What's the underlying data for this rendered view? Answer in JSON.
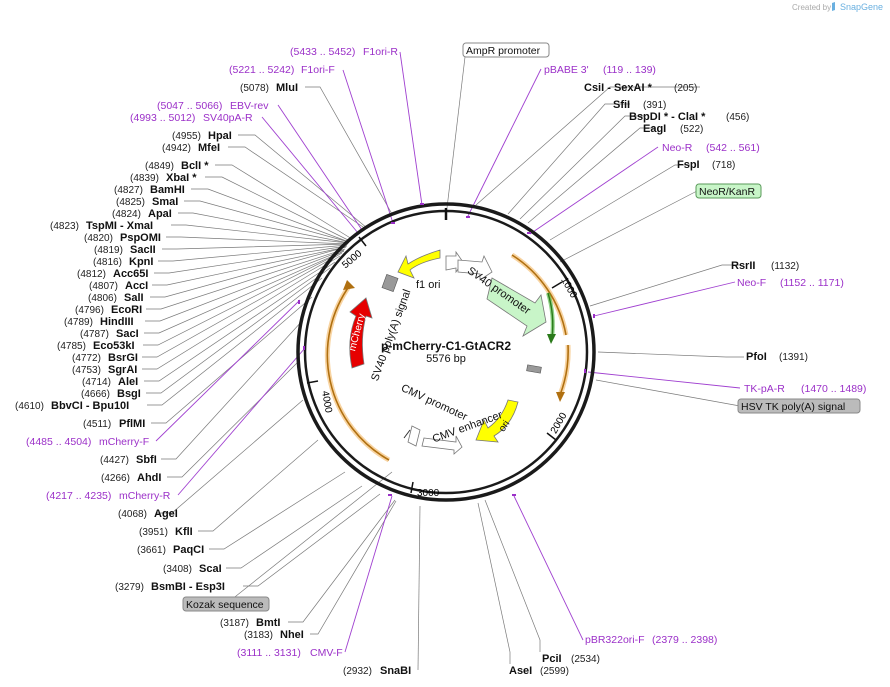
{
  "credit": {
    "created_by": "Created by",
    "brand": "SnapGene"
  },
  "plasmid": {
    "name": "p-mCherry-C1-GtACR2",
    "length": "5576 bp"
  },
  "scale": [
    "1000",
    "2000",
    "3000",
    "4000",
    "5000"
  ],
  "enzymes_right": [
    {
      "name": "CsiI  - SexAI *",
      "pos": "(205)"
    },
    {
      "name": "SfiI",
      "pos": "(391)"
    },
    {
      "name": "BspDI *  - ClaI *",
      "pos": "(456)"
    },
    {
      "name": "EagI",
      "pos": "(522)"
    },
    {
      "name": "FspI",
      "pos": "(718)"
    },
    {
      "name": "RsrII",
      "pos": "(1132)"
    },
    {
      "name": "PfoI",
      "pos": "(1391)"
    },
    {
      "name": "PciI",
      "pos": "(2534)"
    },
    {
      "name": "AseI",
      "pos": "(2599)"
    }
  ],
  "enzymes_left": [
    {
      "name": "MluI",
      "pos": "(5078)"
    },
    {
      "name": "HpaI",
      "pos": "(4955)"
    },
    {
      "name": "MfeI",
      "pos": "(4942)"
    },
    {
      "name": "BclI *",
      "pos": "(4849)"
    },
    {
      "name": "XbaI *",
      "pos": "(4839)"
    },
    {
      "name": "BamHI",
      "pos": "(4827)"
    },
    {
      "name": "SmaI",
      "pos": "(4825)"
    },
    {
      "name": "ApaI",
      "pos": "(4824)"
    },
    {
      "name": "TspMI  - XmaI",
      "pos": "(4823)"
    },
    {
      "name": "PspOMI",
      "pos": "(4820)"
    },
    {
      "name": "SacII",
      "pos": "(4819)"
    },
    {
      "name": "KpnI",
      "pos": "(4816)"
    },
    {
      "name": "Acc65I",
      "pos": "(4812)"
    },
    {
      "name": "AccI",
      "pos": "(4807)"
    },
    {
      "name": "SalI",
      "pos": "(4806)"
    },
    {
      "name": "EcoRI",
      "pos": "(4796)"
    },
    {
      "name": "HindIII",
      "pos": "(4789)"
    },
    {
      "name": "SacI",
      "pos": "(4787)"
    },
    {
      "name": "Eco53kI",
      "pos": "(4785)"
    },
    {
      "name": "BsrGI",
      "pos": "(4772)"
    },
    {
      "name": "SgrAI",
      "pos": "(4753)"
    },
    {
      "name": "AleI",
      "pos": "(4714)"
    },
    {
      "name": "BsgI",
      "pos": "(4666)"
    },
    {
      "name": "BbvCI  - Bpu10I",
      "pos": "(4610)"
    },
    {
      "name": "PflMI",
      "pos": "(4511)"
    },
    {
      "name": "SbfI",
      "pos": "(4427)"
    },
    {
      "name": "AhdI",
      "pos": "(4266)"
    },
    {
      "name": "AgeI",
      "pos": "(4068)"
    },
    {
      "name": "KflI",
      "pos": "(3951)"
    },
    {
      "name": "PaqCI",
      "pos": "(3661)"
    },
    {
      "name": "ScaI",
      "pos": "(3408)"
    },
    {
      "name": "BsmBI  - Esp3I",
      "pos": "(3279)"
    },
    {
      "name": "BmtI",
      "pos": "(3187)"
    },
    {
      "name": "NheI",
      "pos": "(3183)"
    },
    {
      "name": "SnaBI",
      "pos": "(2932)"
    }
  ],
  "primers": [
    {
      "name": "F1ori-R",
      "range": "(5433 .. 5452)"
    },
    {
      "name": "F1ori-F",
      "range": "(5221 .. 5242)"
    },
    {
      "name": "EBV-rev",
      "range": "(5047 .. 5066)"
    },
    {
      "name": "SV40pA-R",
      "range": "(4993 .. 5012)"
    },
    {
      "name": "pBABE 3'",
      "range": "(119 .. 139)"
    },
    {
      "name": "Neo-R",
      "range": "(542 .. 561)"
    },
    {
      "name": "Neo-F",
      "range": "(1152 .. 1171)"
    },
    {
      "name": "TK-pA-R",
      "range": "(1470 .. 1489)"
    },
    {
      "name": "mCherry-F",
      "range": "(4485 .. 4504)"
    },
    {
      "name": "mCherry-R",
      "range": "(4217 .. 4235)"
    },
    {
      "name": "CMV-F",
      "range": "(3111 .. 3131)"
    },
    {
      "name": "pBR322ori-F",
      "range": "(2379 .. 2398)"
    }
  ],
  "boxed_features": {
    "ampr_promoter": "AmpR promoter",
    "neor_kanr": "NeoR/KanR",
    "hsv_tk": "HSV TK poly(A) signal",
    "kozak": "Kozak sequence"
  },
  "inner_features": {
    "f1_ori": "f1 ori",
    "sv40_promoter": "SV40 promoter",
    "sv40_polya": "SV40 poly(A) signal",
    "mcherry": "mCherry",
    "cmv_promoter": "CMV promoter",
    "cmv_enhancer": "CMV enhancer",
    "ori": "ori"
  },
  "colors": {
    "backbone": "#1a1a1a",
    "primer": "#9b30c8",
    "yellow": "#ffff00",
    "red": "#e60000",
    "green": "#33aa22",
    "orange": "#f0a030",
    "light_green": "#c8f5c8"
  }
}
